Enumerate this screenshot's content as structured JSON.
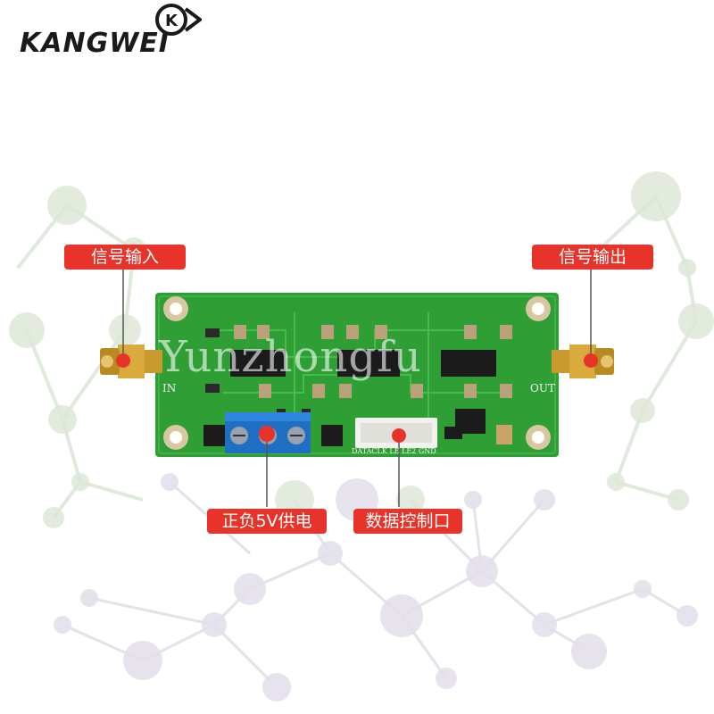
{
  "brand": {
    "logo_text": "KANGWEI",
    "logo_mark": "K"
  },
  "callouts": {
    "signal_in": "信号输入",
    "signal_out": "信号输出",
    "power": "正负5V供电",
    "data_port": "数据控制口"
  },
  "board_silkscreen": {
    "in_label": "IN",
    "out_label": "OUT",
    "port_pins": "DATACLK LE LE2 GND"
  },
  "watermark": "Yunzhongfu",
  "colors": {
    "callout_red": "#e8332a",
    "pcb_green": "#2e9e35",
    "terminal_blue": "#1f6fc4",
    "connector_gold": "#c99a2e"
  }
}
